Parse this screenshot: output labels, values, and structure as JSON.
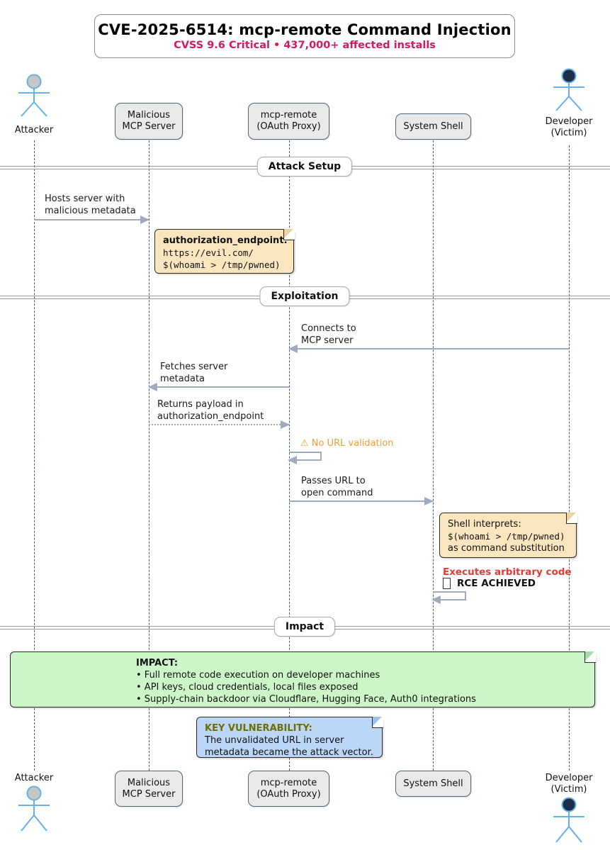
{
  "title": {
    "main": "CVE-2025-6514: mcp-remote Command Injection",
    "subtitle": "CVSS 9.6 Critical • 437,000+ affected installs"
  },
  "colors": {
    "subtitle_crimson": "#d6185f",
    "warning_orange": "#f0a030",
    "danger_red": "#e53935",
    "olive_heading": "#6e6e00",
    "arrow_gray_blue": "#9dabbd",
    "note_cream": "#fae6be",
    "note_green": "#ccf5c8",
    "note_blue": "#bcd6f8"
  },
  "actors": {
    "attacker": {
      "label": "Attacker"
    },
    "developer": {
      "line1": "Developer",
      "line2": "(Victim)"
    }
  },
  "participants": {
    "mcp_server": {
      "line1": "Malicious",
      "line2": "MCP Server"
    },
    "mcp_remote": {
      "line1": "mcp-remote",
      "line2": "(OAuth Proxy)"
    },
    "system_shell": {
      "line1": "System Shell"
    }
  },
  "dividers": {
    "setup": "Attack Setup",
    "exploitation": "Exploitation",
    "impact": "Impact"
  },
  "messages": {
    "hosts": {
      "line1": "Hosts server with",
      "line2": "malicious metadata"
    },
    "connects": {
      "line1": "Connects to",
      "line2": "MCP server"
    },
    "fetches": {
      "line1": "Fetches server",
      "line2": "metadata"
    },
    "returns": {
      "line1": "Returns payload in",
      "line2": "authorization_endpoint"
    },
    "no_validation": {
      "icon": "⚠",
      "text": "No URL validation"
    },
    "passes": {
      "line1": "Passes URL to",
      "line2": "open command"
    },
    "executes": {
      "red_text": "Executes arbitrary code",
      "bold_text": "RCE ACHIEVED"
    }
  },
  "notes": {
    "auth": {
      "title": "authorization_endpoint:",
      "code1": "https://evil.com/",
      "code2": "$(whoami > /tmp/pwned)"
    },
    "shell": {
      "line1": "Shell interprets:",
      "code": "$(whoami > /tmp/pwned)",
      "line3": "as command substitution"
    },
    "impact": {
      "title": "IMPACT:",
      "bullet1": "• Full remote code execution on developer machines",
      "bullet2": "• API keys, cloud credentials, local files exposed",
      "bullet3": "• Supply-chain backdoor via Cloudflare, Hugging Face, Auth0 integrations"
    },
    "key": {
      "title": "KEY VULNERABILITY:",
      "line1": "The unvalidated URL in server",
      "line2": "metadata became the attack vector."
    }
  }
}
